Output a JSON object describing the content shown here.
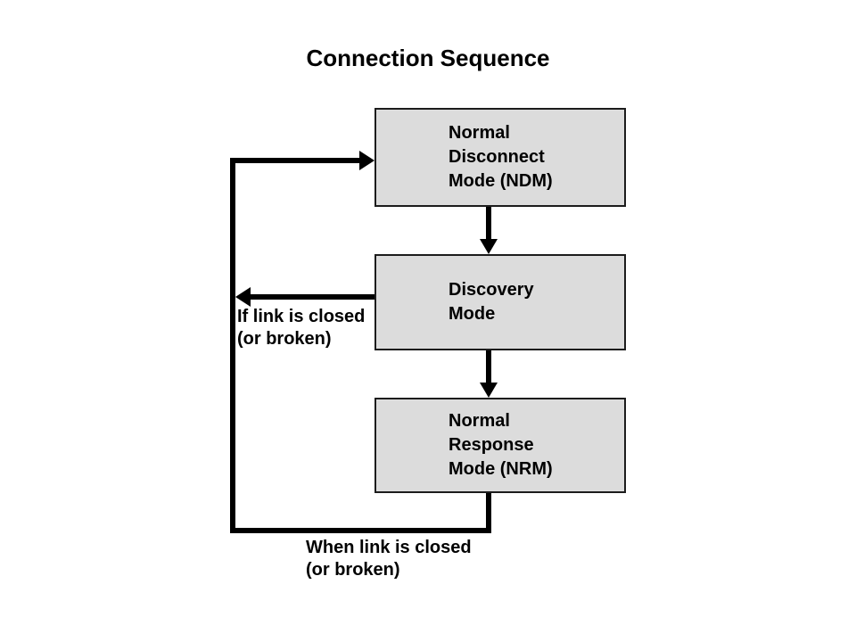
{
  "title": "Connection Sequence",
  "colors": {
    "background": "#ffffff",
    "box_fill": "#dcdcdc",
    "box_border": "#1c1c1c",
    "line": "#000000",
    "text": "#000000"
  },
  "boxes": [
    {
      "id": "ndm",
      "lines": [
        "Normal",
        "Disconnect",
        "Mode (NDM)"
      ]
    },
    {
      "id": "discovery",
      "lines": [
        "Discovery",
        "Mode"
      ]
    },
    {
      "id": "nrm",
      "lines": [
        "Normal",
        "Response",
        "Mode (NRM)"
      ]
    }
  ],
  "labels": {
    "if_closed": {
      "lines": [
        "If link is closed",
        "(or broken)"
      ]
    },
    "when_closed": {
      "lines": [
        "When link is closed",
        "(or broken)"
      ]
    }
  }
}
